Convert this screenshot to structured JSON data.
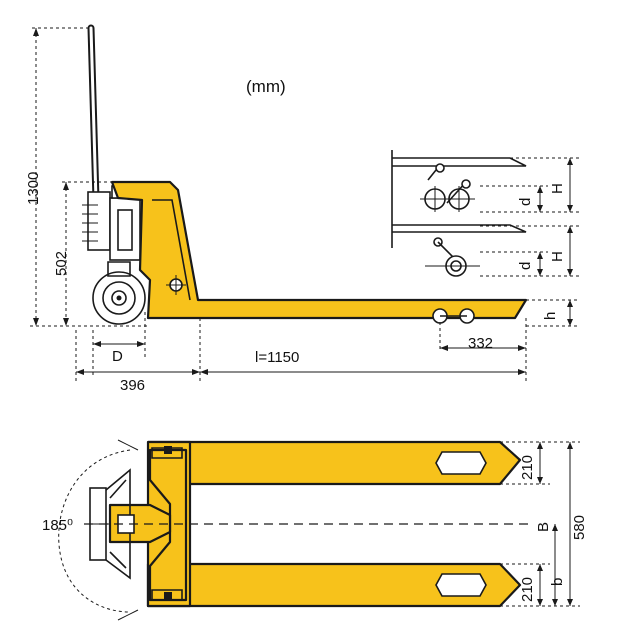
{
  "unit_label": "(mm)",
  "dimensions": {
    "overall_height": "1300",
    "fork_raised_height": "502",
    "wheel_diameter": "D",
    "fork_length": "l=1150",
    "front_overhang": "396",
    "roller_position": "332",
    "lift_H_upper": "H",
    "lift_d_upper": "d",
    "lift_H_lower": "H",
    "lift_d_lower": "d",
    "lowered_height": "h",
    "fork_width": "210",
    "fork_width_lower": "210",
    "overall_width": "580",
    "between_forks": "B",
    "fork_inner": "b",
    "steering_angle": "185⁰"
  }
}
